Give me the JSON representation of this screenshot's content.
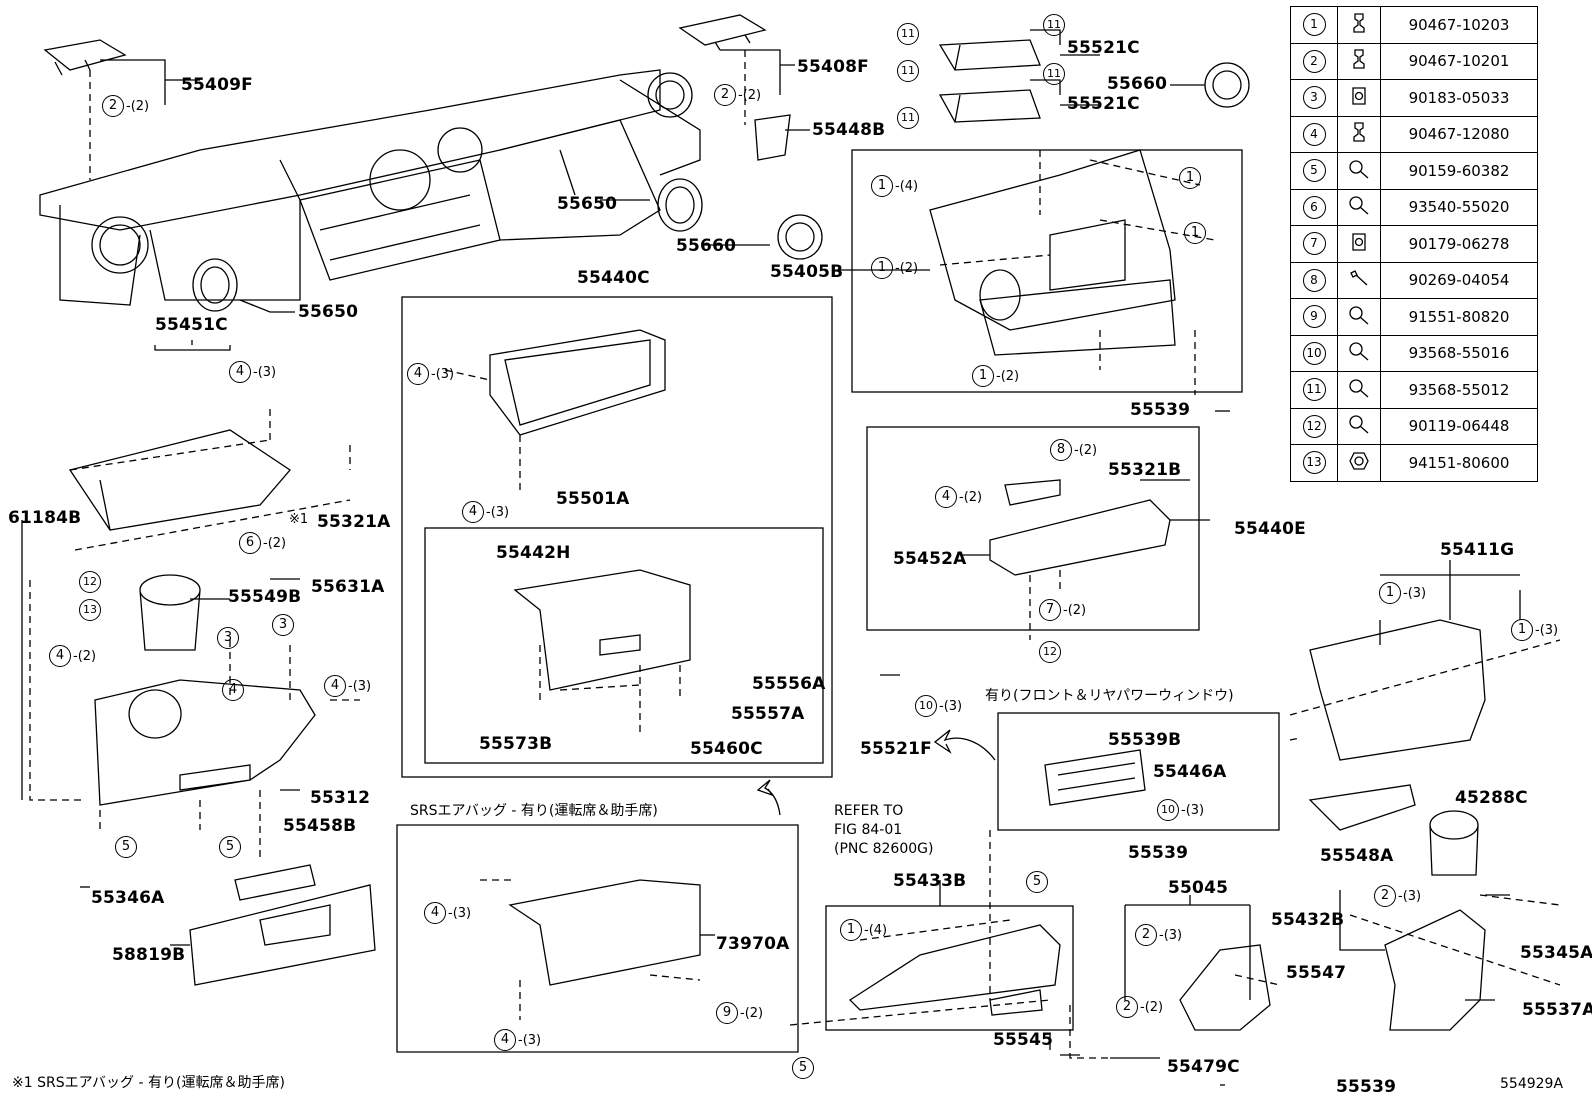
{
  "diagram": {
    "figure_code": "554929A",
    "part_labels": {
      "p55409F": "55409F",
      "p55408F": "55408F",
      "p55448B": "55448B",
      "p55650a": "55650",
      "p55650b": "55650",
      "p55660a": "55660",
      "p55660b": "55660",
      "p55521Ca": "55521C",
      "p55521Cb": "55521C",
      "p55405B": "55405B",
      "p55440C": "55440C",
      "p55451C": "55451C",
      "p55539a": "55539",
      "p55539b": "55539",
      "p55539c": "55539",
      "p55321A": "55321A",
      "p61184B": "61184B",
      "p55631A": "55631A",
      "p55549B": "55549B",
      "p55501A": "55501A",
      "p55442H": "55442H",
      "p55321B": "55321B",
      "p55440E": "55440E",
      "p55452A": "55452A",
      "p55411G": "55411G",
      "p55556A": "55556A",
      "p55557A": "55557A",
      "p55573B": "55573B",
      "p55460C": "55460C",
      "p55521F": "55521F",
      "p55539B": "55539B",
      "p55446A": "55446A",
      "p45288C": "45288C",
      "p55548A": "55548A",
      "p55312": "55312",
      "p55458B": "55458B",
      "p55346A": "55346A",
      "p58819B": "58819B",
      "p73970A": "73970A",
      "p55433B": "55433B",
      "p55545": "55545",
      "p55045": "55045",
      "p55547": "55547",
      "p55432B": "55432B",
      "p55345A": "55345A",
      "p55537A": "55537A",
      "p55479C": "55479C"
    },
    "notes": {
      "srs_box": "SRSエアバッグ - 有り(運転席＆助手席)",
      "power_window": "有り(フロント＆リヤパワーウィンドウ)",
      "refer_line1": "REFER TO",
      "refer_line2": "FIG 84-01",
      "refer_line3": "(PNC 82600G)",
      "footnote": "※1  SRSエアバッグ - 有り(運転席＆助手席)",
      "star_mark": "※1"
    }
  },
  "parts_table": {
    "rows": [
      {
        "num": "1",
        "icon": "clip-icon",
        "part": "90467-10203"
      },
      {
        "num": "2",
        "icon": "clip-icon",
        "part": "90467-10201"
      },
      {
        "num": "3",
        "icon": "nut-clip-icon",
        "part": "90183-05033"
      },
      {
        "num": "4",
        "icon": "clip-icon",
        "part": "90467-12080"
      },
      {
        "num": "5",
        "icon": "screw-icon",
        "part": "90159-60382"
      },
      {
        "num": "6",
        "icon": "screw-icon",
        "part": "93540-55020"
      },
      {
        "num": "7",
        "icon": "nut-clip-icon",
        "part": "90179-06278"
      },
      {
        "num": "8",
        "icon": "pin-icon",
        "part": "90269-04054"
      },
      {
        "num": "9",
        "icon": "screw-icon",
        "part": "91551-80820"
      },
      {
        "num": "10",
        "icon": "screw-icon",
        "part": "93568-55016"
      },
      {
        "num": "11",
        "icon": "screw-icon",
        "part": "93568-55012"
      },
      {
        "num": "12",
        "icon": "screw-icon",
        "part": "90119-06448"
      },
      {
        "num": "13",
        "icon": "nut-icon",
        "part": "94151-80600"
      }
    ]
  }
}
